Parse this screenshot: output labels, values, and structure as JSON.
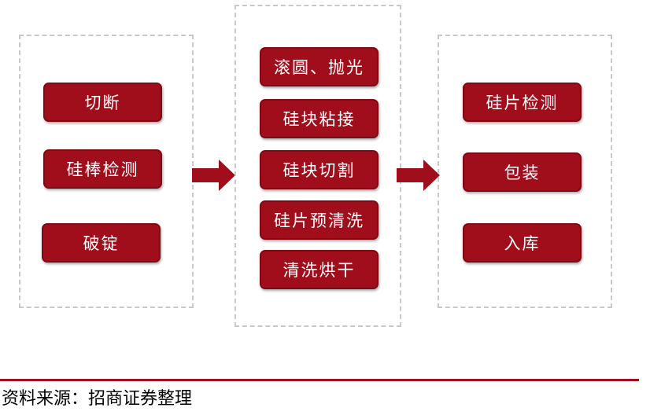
{
  "stage1": {
    "steps": [
      "切断",
      "硅棒检测",
      "破锭"
    ]
  },
  "stage2": {
    "steps": [
      "滚圆、抛光",
      "硅块粘接",
      "硅块切割",
      "硅片预清洗",
      "清洗烘干"
    ]
  },
  "stage3": {
    "steps": [
      "硅片检测",
      "包装",
      "入库"
    ]
  },
  "source": "资料来源：招商证券整理",
  "colors": {
    "box_fill": "#a10e1b",
    "box_text": "#ffffff",
    "dashed_border": "#c8c8c8",
    "arrow": "#a10e1b"
  },
  "icons": [
    "right-arrow-icon",
    "right-arrow-icon"
  ]
}
